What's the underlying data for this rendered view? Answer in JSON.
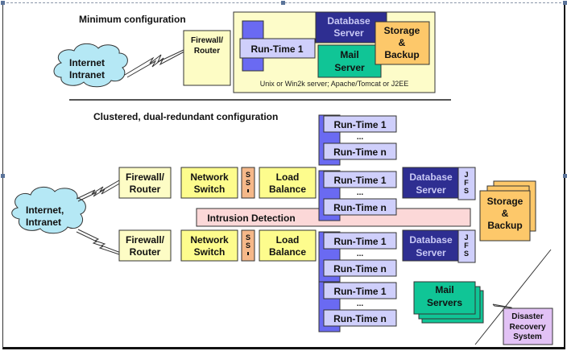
{
  "diagram": {
    "minimum": {
      "title": "Minimum configuration",
      "cloud": [
        "Internet",
        "Intranet"
      ],
      "firewall": [
        "Firewall/",
        "Router"
      ],
      "server_box_caption": "Unix or Win2k server; Apache/Tomcat or J2EE",
      "runtime": "Run-Time 1",
      "database": [
        "Database",
        "Server"
      ],
      "mail": [
        "Mail",
        "Server"
      ],
      "storage": [
        "Storage",
        "&",
        "Backup"
      ]
    },
    "clustered": {
      "title": "Clustered, dual-redundant configuration",
      "cloud": [
        "Internet,",
        "Intranet"
      ],
      "firewall": [
        "Firewall/",
        "Router"
      ],
      "switch": [
        "Network",
        "Switch"
      ],
      "ssl": [
        "S",
        "S",
        "L"
      ],
      "load_balance": [
        "Load",
        "Balance"
      ],
      "intrusion": "Intrusion Detection",
      "runtime_first": "Run-Time 1",
      "runtime_ellipsis": "...",
      "runtime_last": "Run-Time n",
      "database": [
        "Database",
        "Server"
      ],
      "jfs": [
        "J",
        "F",
        "S"
      ],
      "storage": [
        "Storage",
        "&",
        "Backup"
      ],
      "mail": [
        "Mail",
        "Servers"
      ],
      "disaster": [
        "Disaster",
        "Recovery",
        "System"
      ]
    }
  },
  "colors": {
    "cloud": "#b5e8f5",
    "firewall": "#fdfcc5",
    "yellow_box": "#fdfc8d",
    "ssl": "#f5b889",
    "runtime": "#cfcffb",
    "runtime_bar": "#6a6af2",
    "database": "#2e2e91",
    "mail": "#10c596",
    "storage": "#fdc86a",
    "intrusion": "#fcd8d8",
    "disaster": "#e2c2f5",
    "server_panel": "#fdfcc9"
  }
}
